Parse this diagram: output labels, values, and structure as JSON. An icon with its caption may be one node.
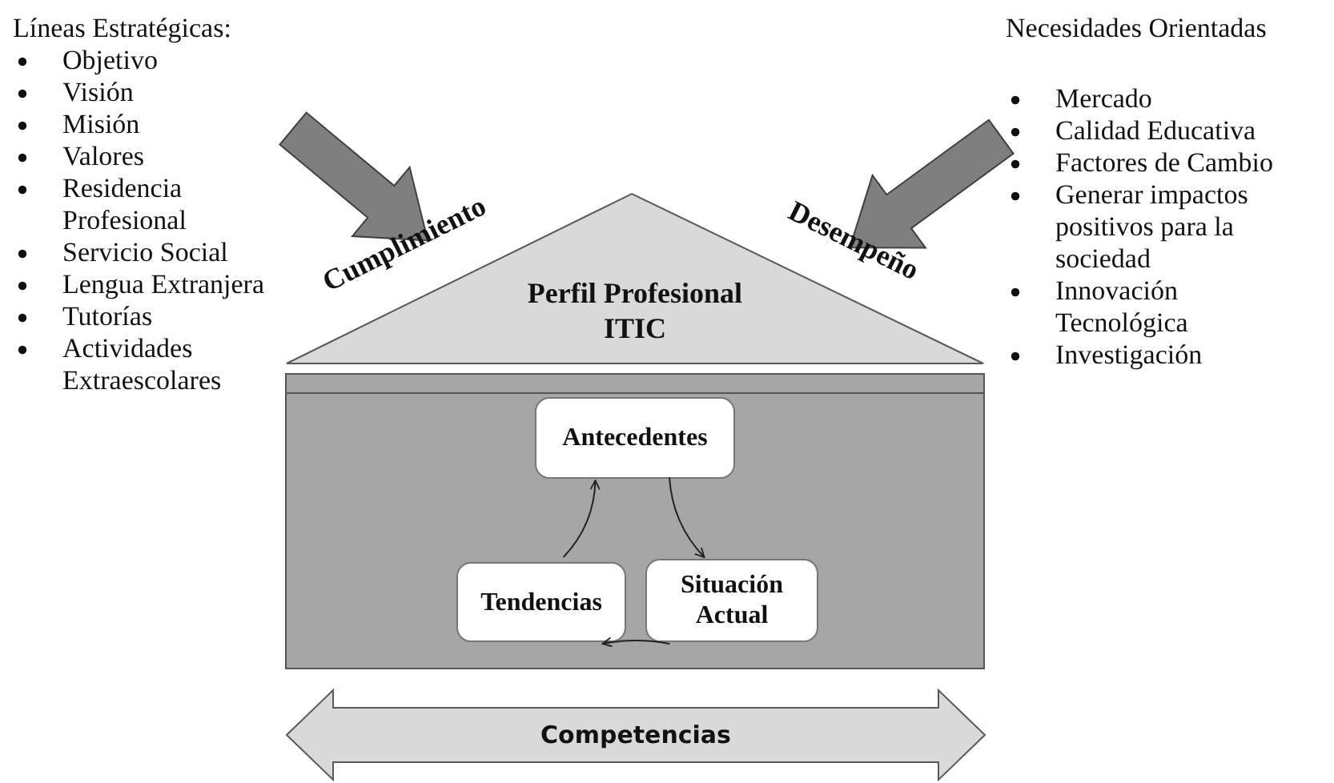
{
  "diagram": {
    "nodes": [
      {
        "text": [
          "Líneas Estratégicas:",
          "Objetivo",
          "Visión",
          "Misión",
          "Valores",
          "Residencia Profesional",
          "Servicio Social",
          "Lengua Extranjera",
          "Tutorías",
          "Actividades Extraescolares"
        ]
      },
      {
        "text": [
          "Necesidades Orientadas",
          "Mercado",
          "Calidad Educativa",
          "Factores de Cambio",
          "Generar impactos positivos para la sociedad",
          "Innovación Tecnológica",
          "Investigación"
        ]
      },
      {
        "text": [
          "Perfil Profesional ITIC"
        ]
      },
      {
        "text": [],
        "shape": "box"
      },
      {
        "text": [
          "Antecedentes"
        ],
        "in": 3
      },
      {
        "text": [
          "Tendencias"
        ],
        "in": 3
      },
      {
        "text": [
          "Situación Actual"
        ],
        "in": 3
      },
      {
        "text": [
          "Competencias"
        ]
      }
    ],
    "edges": [
      {
        "from": 0,
        "to": 2,
        "arrow": "to",
        "style": "thick",
        "color": "#7f7f7f"
      },
      {
        "from": 1,
        "to": 2,
        "arrow": "to",
        "style": "thick",
        "color": "#7f7f7f"
      },
      {
        "from": 4,
        "to": 6,
        "arrow": "to"
      },
      {
        "from": 6,
        "to": 5,
        "arrow": "to"
      },
      {
        "from": 5,
        "to": 4,
        "arrow": "to"
      }
    ],
    "labels": [
      "Cumplimiento",
      "Desempeño"
    ]
  }
}
